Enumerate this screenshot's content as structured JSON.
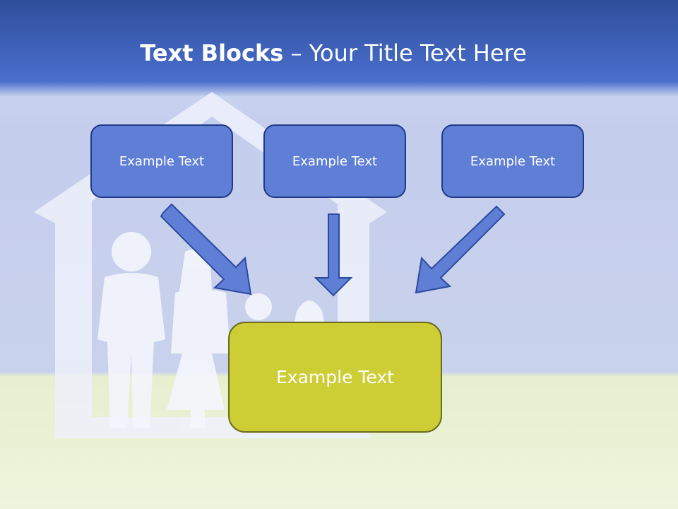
{
  "slide": {
    "title_bold": "Text Blocks",
    "title_rest": " – Your Title Text Here"
  },
  "boxes": [
    {
      "label": "Example Text"
    },
    {
      "label": "Example Text"
    },
    {
      "label": "Example Text"
    }
  ],
  "main_box": {
    "label": "Example Text"
  },
  "colors": {
    "header_blue": "#4169c8",
    "box_fill": "#5f7fd6",
    "box_border": "#1f3a86",
    "main_fill": "#cdcd35",
    "main_border": "#6d6a1f",
    "ground": "#eaf2d6"
  }
}
